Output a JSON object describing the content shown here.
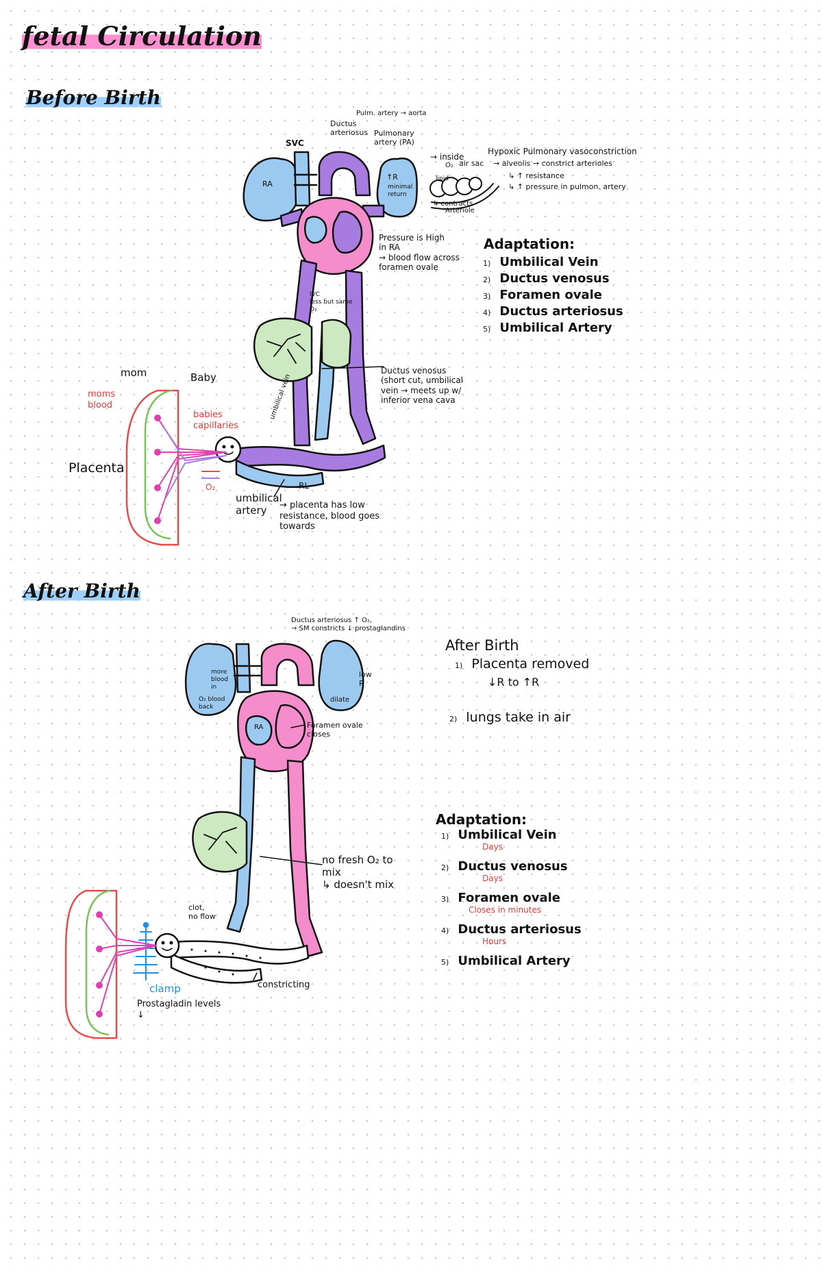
{
  "title": "fetal Circulation",
  "before": {
    "heading": "Before Birth",
    "labels": {
      "svc": "SVC",
      "ductus_arteriosus": "Ductus arteriosus",
      "pulm_to_aorta": "Pulm. artery → aorta",
      "pulmonary_artery": "Pulmonary artery (PA)",
      "inside": "→ inside",
      "air_sac": "air sac",
      "o2": "O₂",
      "lipid": "lipid",
      "contracts": "↳ contracts",
      "arteriole": "Arteriole",
      "ra": "RA",
      "r_up": "↑R",
      "minimal_return": "minimal return",
      "pressure": "Pressure is High\nin RA\n→ blood flow across\nforamen ovale",
      "ivc": "IVC\nless but same\nO₂",
      "ductus_venosus": "Ductus venosus\n(short cut, umbilical\nvein → meets up w/\ninferior vena cava",
      "mom": "mom",
      "baby": "Baby",
      "moms_blood": "moms\nblood",
      "babies_capillaries": "babies\ncapillaries",
      "placenta": "Placenta",
      "umbilical_vein": "umbilical vein",
      "o2_arrow": "O₂",
      "rl": "RL",
      "umbilical_artery": "umbilical\nartery",
      "placenta_low": "→ placenta has low\nresistance, blood goes\ntowards"
    },
    "hypoxic": {
      "title": "Hypoxic Pulmonary vasoconstriction",
      "line1": "→ alveolis → constrict arterioles",
      "line2": "↳ ↑ resistance",
      "line3": "↳ ↑ pressure in pulmon. artery"
    },
    "adaptation": {
      "heading": "Adaptation:",
      "items": [
        {
          "num": "1)",
          "text": "Umbilical Vein"
        },
        {
          "num": "2)",
          "text": "Ductus venosus"
        },
        {
          "num": "3)",
          "text": "Foramen ovale"
        },
        {
          "num": "4)",
          "text": "Ductus arteriosus"
        },
        {
          "num": "5)",
          "text": "Umbilical Artery"
        }
      ]
    }
  },
  "after": {
    "heading": "After Birth",
    "labels": {
      "ductus_arteriosus": "Ductus arteriosus  ↑ O₂,\n→ SM constricts  ↓ prostaglandins",
      "more_blood": "more\nblood\nin",
      "o2_back": "O₂ blood\nback",
      "low_r": "low\nR",
      "dilate": "dilate",
      "ra": "RA",
      "foramen_closes": "Foramen ovale\ncloses",
      "no_fresh": "no fresh O₂ to\nmix\n↳ doesn't mix",
      "clot": "clot,\nno flow",
      "clamp": "clamp",
      "prostaglandin": "Prostagladin levels\n↓",
      "constricting": "constricting"
    },
    "notes": {
      "heading": "After Birth",
      "item1_num": "1)",
      "item1": "Placenta removed",
      "item1_sub": "↓R to ↑R",
      "item2_num": "2)",
      "item2": "lungs take in air"
    },
    "adaptation": {
      "heading": "Adaptation:",
      "items": [
        {
          "num": "1)",
          "text": "Umbilical Vein",
          "time": "Days"
        },
        {
          "num": "2)",
          "text": "Ductus venosus",
          "time": "Days"
        },
        {
          "num": "3)",
          "text": "Foramen ovale",
          "time": "Closes in minutes"
        },
        {
          "num": "4)",
          "text": "Ductus arteriosus",
          "time": "Hours"
        },
        {
          "num": "5)",
          "text": "Umbilical Artery",
          "time": ""
        }
      ]
    }
  },
  "colors": {
    "lung_blue": "#9cc9ef",
    "vessel_purple": "#a87be0",
    "vessel_pink": "#f58ccb",
    "liver_green": "#cde9c2",
    "placenta_red": "#e84a4a",
    "placenta_green": "#74c456"
  }
}
